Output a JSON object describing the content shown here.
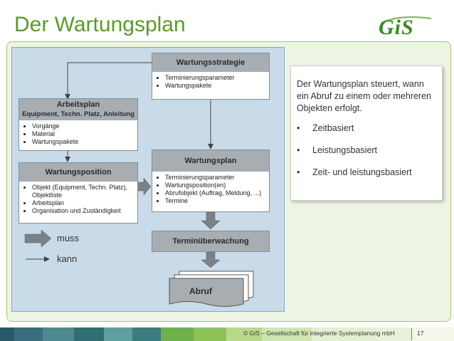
{
  "slide": {
    "title": "Der Wartungsplan",
    "logo_text": "GiS",
    "footer_text": "© GiS – Gesellschaft für integrierte Systemplanung mbH",
    "page_number": "17",
    "accent_color": "#5a9a2a"
  },
  "diagram": {
    "wartungsstrategie": {
      "title": "Wartungsstrategie",
      "items": [
        "Terminierungsparameter",
        "Wartungspakete"
      ]
    },
    "arbeitsplan": {
      "title_line1": "Arbeitsplan",
      "title_line2": "Equipment, Techn. Platz, Anleitung",
      "items": [
        "Vorgänge",
        "Material",
        "Wartungspakete"
      ]
    },
    "wartungsposition": {
      "title": "Wartungsposition",
      "items": [
        "Objekt (Equipment, Techn. Platz), Objektliste",
        "Arbeitsplan",
        "Organisation und Zuständigkeit"
      ]
    },
    "wartungsplan": {
      "title": "Wartungsplan",
      "items": [
        "Terminierungsparameter",
        "Wartungsposition(en)",
        "Abrufobjekt (Auftrag, Meldung, ...)",
        "Termine"
      ]
    },
    "termin": {
      "title": "Terminüberwachung"
    },
    "abruf": {
      "title": "Abruf"
    },
    "legend": {
      "muss": "muss",
      "kann": "kann"
    }
  },
  "info": {
    "text": "Der Wartungsplan steuert, wann ein Abruf zu einem oder mehreren Objekten erfolgt.",
    "items": [
      "Zeitbasiert",
      "Leistungsbasiert",
      "Zeit- und leistungsbasiert"
    ]
  }
}
